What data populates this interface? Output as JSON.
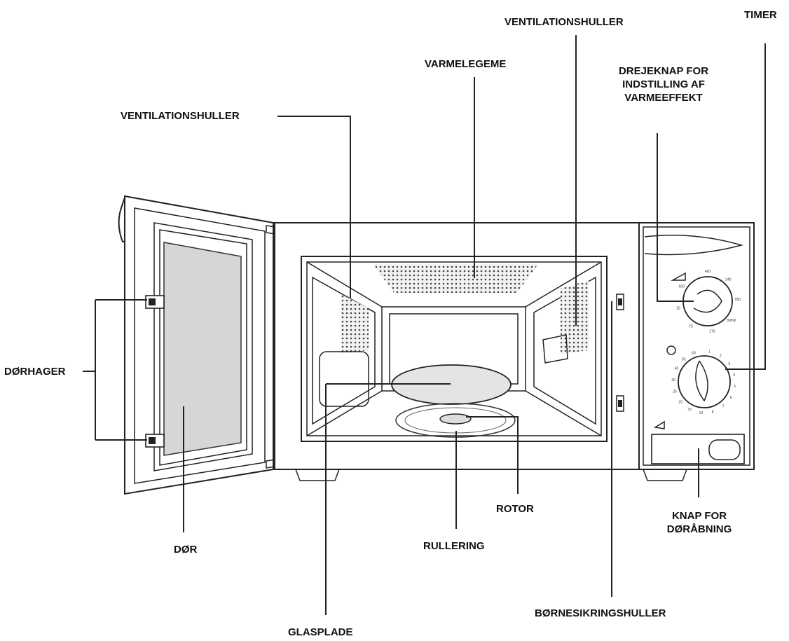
{
  "labels": {
    "ventilation_left": "VENTILATIONSHULLER",
    "heating_element": "VARMELEGEME",
    "ventilation_right": "VENTILATIONSHULLER",
    "power_knob_line1": "DREJEKNAP FOR",
    "power_knob_line2": "INDSTILLING AF",
    "power_knob_line3": "VARMEEFFEKT",
    "timer": "TIMER",
    "door_hooks": "DØRHAGER",
    "door": "DØR",
    "roller_ring": "RULLERING",
    "rotor": "ROTOR",
    "door_button_line1": "KNAP FOR",
    "door_button_line2": "DØRÅBNING",
    "glass_tray": "GLASPLADE",
    "child_lock_holes": "BØRNESIKRINGSHULLER"
  },
  "knob_marks": {
    "power": [
      "400",
      "240",
      "550",
      "800W",
      "170",
      "70",
      "20",
      "600"
    ],
    "timer": [
      "1",
      "2",
      "3",
      "4",
      "5",
      "6",
      "7",
      "8",
      "10",
      "15",
      "20",
      "25",
      "30",
      "40",
      "50",
      "60"
    ]
  }
}
